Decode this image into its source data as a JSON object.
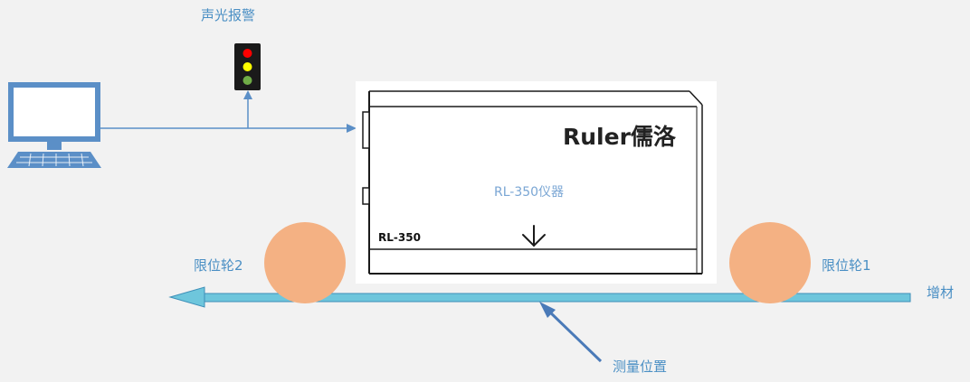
{
  "labels": {
    "alarm": "声光报警",
    "roller_left": "限位轮2",
    "roller_right": "限位轮1",
    "material": "增材",
    "measure_position": "测量位置",
    "instrument": "RL-350仪器"
  },
  "device": {
    "model": "RL-350",
    "brand": "Ruler儒洛"
  },
  "icons": {
    "computer": "computer-icon",
    "traffic_light": "traffic-light-icon",
    "measure_arrow": "down-arrow-icon"
  },
  "colors": {
    "background": "#f2f2f2",
    "label": "#4a8fc4",
    "line": "#5b8fc7",
    "material_bar": "#6ec6dc",
    "roller": "#f4b183",
    "light_red": "#ff0000",
    "light_yellow": "#ffff00",
    "light_green": "#70ad47"
  }
}
